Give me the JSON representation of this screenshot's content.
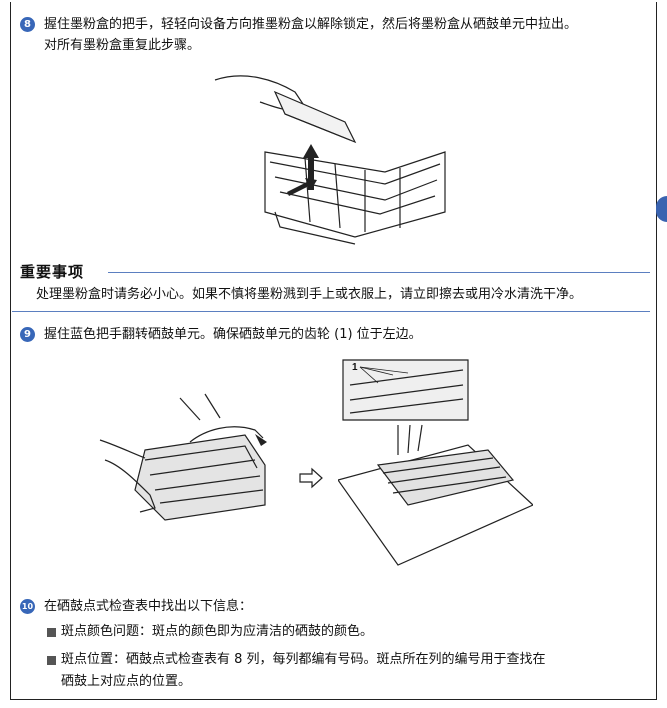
{
  "step8": {
    "number": "8",
    "text": "握住墨粉盒的把手，轻轻向设备方向推墨粉盒以解除锁定，然后将墨粉盒从硒鼓单元中拉出。\n对所有墨粉盒重复此步骤。"
  },
  "important": {
    "title": "重要事项",
    "body": "处理墨粉盒时请务必小心。如果不慎将墨粉溅到手上或衣服上，请立即擦去或用冷水清洗干净。"
  },
  "step9": {
    "number": "9",
    "text": "握住蓝色把手翻转硒鼓单元。确保硒鼓单元的齿轮 (1) 位于左边。",
    "callout": "1"
  },
  "step10": {
    "number": "10",
    "text": "在硒鼓点式检查表中找出以下信息：",
    "bullets": [
      "斑点颜色问题：斑点的颜色即为应清洁的硒鼓的颜色。",
      "斑点位置：硒鼓点式检查表有 8 列，每列都编有号码。斑点所在列的编号用于查找在\n硒鼓上对应点的位置。"
    ]
  },
  "colors": {
    "accent": "#3867b8",
    "rule": "#5b7fc0"
  }
}
